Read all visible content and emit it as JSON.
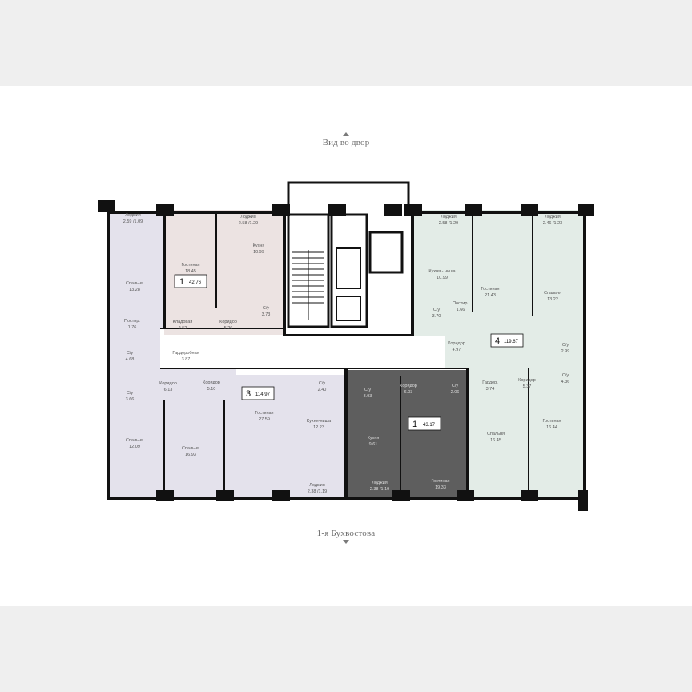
{
  "labels": {
    "top_view": "Вид во двор",
    "bottom_street": "1-я Бухвостова"
  },
  "colors": {
    "apt_3_room": "#e4e2ec",
    "apt_1_left": "#ece3e2",
    "apt_1_dark": "#5e5e5e",
    "apt_4_room": "#e3ece7",
    "walls": "#111111"
  },
  "apartments": [
    {
      "rooms": "1",
      "area": "42.76"
    },
    {
      "rooms": "3",
      "area": "114.97"
    },
    {
      "rooms": "1",
      "area": "43.17"
    },
    {
      "rooms": "4",
      "area": "119.67"
    }
  ],
  "rooms": [
    {
      "name": "Лоджия",
      "area": "2.59 /1.09"
    },
    {
      "name": "Спальня",
      "area": "13.28"
    },
    {
      "name": "Гостиная",
      "area": "18.45"
    },
    {
      "name": "Лоджия",
      "area": "2.58 /1.29"
    },
    {
      "name": "Кухня",
      "area": "10.99"
    },
    {
      "name": "С/у",
      "area": "3.73"
    },
    {
      "name": "Кладовая",
      "area": "2.52"
    },
    {
      "name": "Коридор",
      "area": "5.26"
    },
    {
      "name": "Постир.",
      "area": "1.76"
    },
    {
      "name": "С/у",
      "area": "4.68"
    },
    {
      "name": "Гардеробная",
      "area": "3.87"
    },
    {
      "name": "С/у",
      "area": "3.66"
    },
    {
      "name": "Коридор",
      "area": "6.13"
    },
    {
      "name": "Коридор",
      "area": "5.10"
    },
    {
      "name": "С/у",
      "area": "2.40"
    },
    {
      "name": "Спальня",
      "area": "12.09"
    },
    {
      "name": "Спальня",
      "area": "16.93"
    },
    {
      "name": "Гостиная",
      "area": "27.59"
    },
    {
      "name": "Кухня-ниша",
      "area": "12.23"
    },
    {
      "name": "Лоджия",
      "area": "2.38 /1.19"
    },
    {
      "name": "С/у",
      "area": "3.93"
    },
    {
      "name": "Коридор",
      "area": "6.03"
    },
    {
      "name": "С/у",
      "area": "2.06"
    },
    {
      "name": "Кухня",
      "area": "9.61"
    },
    {
      "name": "Гостиная",
      "area": "19.33"
    },
    {
      "name": "Лоджия",
      "area": "2.38 /1.19"
    },
    {
      "name": "Лоджия",
      "area": "2.58 /1.29"
    },
    {
      "name": "Кухня - ниша",
      "area": "10.99"
    },
    {
      "name": "Гостиная",
      "area": "21.43"
    },
    {
      "name": "С/у",
      "area": "3.70"
    },
    {
      "name": "Постир.",
      "area": "1.66"
    },
    {
      "name": "Коридор",
      "area": "4.97"
    },
    {
      "name": "Лоджия",
      "area": "2.46 /1.23"
    },
    {
      "name": "Спальня",
      "area": "13.22"
    },
    {
      "name": "С/у",
      "area": "2.99"
    },
    {
      "name": "С/у",
      "area": "4.36"
    },
    {
      "name": "Гардер.",
      "area": "3.74"
    },
    {
      "name": "Коридор",
      "area": "5.37"
    },
    {
      "name": "Спальня",
      "area": "16.45"
    },
    {
      "name": "Гостиная",
      "area": "16.44"
    }
  ]
}
